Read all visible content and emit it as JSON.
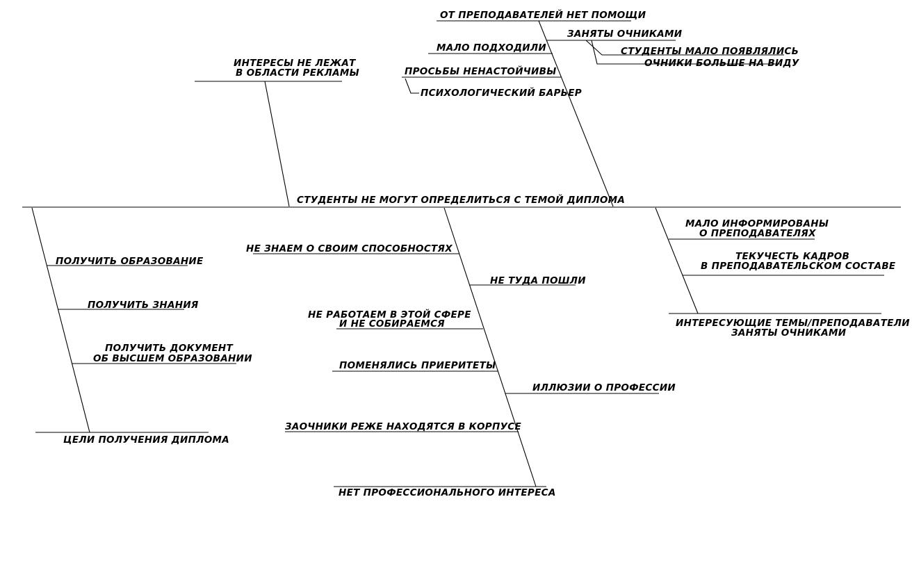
{
  "diagram": {
    "problem": "СТУДЕНТЫ НЕ МОГУТ ОПРЕДЕЛИТЬСЯ С ТЕМОЙ ДИПЛОМА",
    "top_left_branch": {
      "label_line1": "ИНТЕРЕСЫ НЕ ЛЕЖАТ",
      "label_line2": "В ОБЛАСТИ РЕКЛАМЫ"
    },
    "top_right_branch": {
      "label": "ОТ ПРЕПОДАВАТЕЛЕЙ НЕТ ПОМОЩИ",
      "causes": {
        "busy": "ЗАНЯТЫ ОЧНИКАМИ",
        "students_rarely": "СТУДЕНТЫ МАЛО ПОЯВЛЯЛИСЬ",
        "fulltime_visible": "ОЧНИКИ БОЛЬШЕ НА ВИДУ",
        "rarely_approached": "МАЛО ПОДХОДИЛИ",
        "requests_weak": "ПРОСЬБЫ НЕНАСТОЙЧИВЫ",
        "psych_barrier": "ПСИХОЛОГИЧЕСКИЙ БАРЬЕР"
      }
    },
    "bottom_left_branch": {
      "label": "ЦЕЛИ ПОЛУЧЕНИЯ ДИПЛОМА",
      "causes": {
        "education": "ПОЛУЧИТЬ ОБРАЗОВАНИЕ",
        "knowledge": "ПОЛУЧИТЬ ЗНАНИЯ",
        "document_line1": "ПОЛУЧИТЬ ДОКУМЕНТ",
        "document_line2": "ОБ ВЫСШЕМ ОБРАЗОВАНИИ"
      }
    },
    "bottom_middle_branch": {
      "label": "НЕТ ПРОФЕССИОНАЛЬНОГО ИНТЕРЕСА",
      "causes": {
        "abilities": "НЕ ЗНАЕМ О СВОИМ СПОСОБНОСТЯХ",
        "wrong_choice": "НЕ ТУДА ПОШЛИ",
        "not_working_line1": "НЕ РАБОТАЕМ В ЭТОЙ СФЕРЕ",
        "not_working_line2": "И НЕ СОБИРАЕМСЯ",
        "priorities": "ПОМЕНЯЛИСЬ ПРИЕРИТЕТЫ",
        "illusions": "ИЛЛЮЗИИ О ПРОФЕССИИ",
        "distance": "ЗАОЧНИКИ РЕЖЕ НАХОДЯТСЯ В КОРПУСЕ"
      }
    },
    "bottom_right_branch": {
      "label_line1": "ИНТЕРЕСУЮЩИЕ ТЕМЫ/ПРЕПОДАВАТЕЛИ",
      "label_line2": "ЗАНЯТЫ ОЧНИКАМИ",
      "causes": {
        "informed_line1": "МАЛО ИНФОРМИРОВАНЫ",
        "informed_line2": "О ПРЕПОДАВАТЕЛЯХ",
        "turnover_line1": "ТЕКУЧЕСТЬ КАДРОВ",
        "turnover_line2": "В ПРЕПОДАВАТЕЛЬСКОМ СОСТАВЕ"
      }
    }
  }
}
